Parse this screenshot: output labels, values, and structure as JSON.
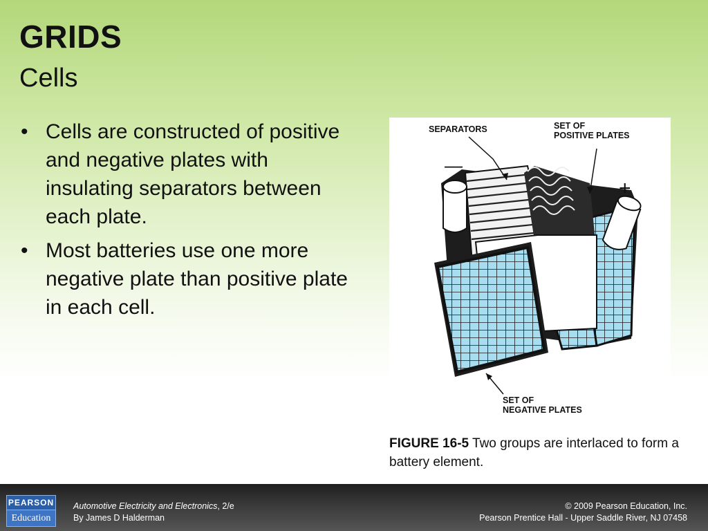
{
  "slide": {
    "title": "GRIDS",
    "subtitle": "Cells",
    "bullets": [
      "Cells are constructed of positive and negative plates with insulating separators between each plate.",
      "Most batteries use one more negative plate than positive plate in each cell."
    ],
    "bullet_glyph": "•"
  },
  "figure": {
    "labels": {
      "separators": "SEPARATORS",
      "positive_line1": "SET OF",
      "positive_line2": "POSITIVE PLATES",
      "negative_line1": "SET OF",
      "negative_line2": "NEGATIVE PLATES",
      "minus": "—",
      "plus": "+"
    },
    "caption_id": "FIGURE 16-5",
    "caption_text": " Two groups are interlaced to form a battery element."
  },
  "footer": {
    "logo_top": "PEARSON",
    "logo_bottom": "Education",
    "book_title": "Automotive Electricity and Electronics",
    "edition": ", 2/e",
    "author": "By James D Halderman",
    "copyright": "© 2009 Pearson Education, Inc.",
    "publisher": "Pearson Prentice Hall - Upper Saddle River, NJ 07458"
  },
  "colors": {
    "grid_fill": "#a8dcef",
    "grid_line": "#1a1a1a",
    "footer_bg": "#333333",
    "logo_bg": "#2a5ea8"
  }
}
